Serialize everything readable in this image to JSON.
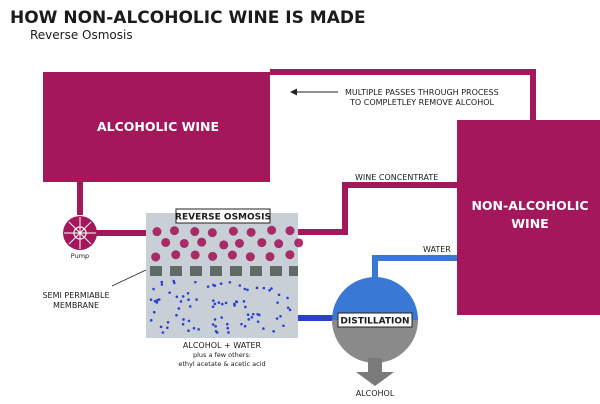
{
  "title": "HOW NON-ALCOHOLIC WINE IS MADE",
  "subtitle": "Reverse Osmosis",
  "boxes": {
    "alcoholic_wine": "ALCOHOLIC WINE",
    "non_alcoholic_line1": "NON-ALCOHOLIC",
    "non_alcoholic_line2": "WINE"
  },
  "labels": {
    "multiple_passes_line1": "MULTIPLE PASSES THROUGH PROCESS",
    "multiple_passes_line2": "TO COMPLETLEY REMOVE ALCOHOL",
    "wine_concentrate": "WINE CONCENTRATE",
    "water": "WATER",
    "pump": "Pump",
    "reverse_osmosis": "REVERSE OSMOSIS",
    "membrane_line1": "SEMI PERMIABLE",
    "membrane_line2": "MEMBRANE",
    "alcohol_water": "ALCOHOL + WATER",
    "others_line1": "plus a few others:",
    "others_line2": "ethyl acetate & acetic acid",
    "distillation": "DISTILLATION",
    "alcohol": "ALCOHOL"
  },
  "colors": {
    "wine": "#a3185a",
    "water": "#3a78d6",
    "tank": "#c9cfd6",
    "membrane": "#5f6b66",
    "distill": "#8a8a8a",
    "arrow": "#7a7a7a"
  }
}
